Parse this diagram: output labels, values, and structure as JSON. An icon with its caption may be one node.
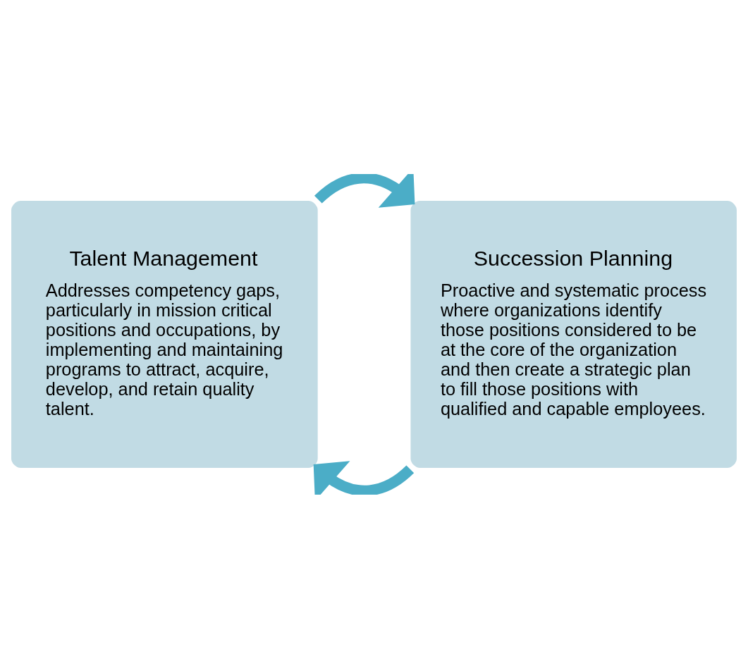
{
  "diagram": {
    "nodes": [
      {
        "text": [
          "Talent Management",
          "Addresses competency gaps, particularly in mission critical positions and occupations, by implementing and maintaining programs to attract, acquire, develop, and retain quality talent."
        ]
      },
      {
        "text": [
          "Succession Planning",
          "Proactive and systematic process where organizations identify those positions considered to be at the core of the organization and then create a strategic plan to fill those positions with qualified and capable employees."
        ]
      }
    ],
    "edges": [
      {
        "from": 0,
        "to": 1,
        "arrow": "to"
      },
      {
        "from": 1,
        "to": 0,
        "arrow": "to"
      }
    ]
  }
}
